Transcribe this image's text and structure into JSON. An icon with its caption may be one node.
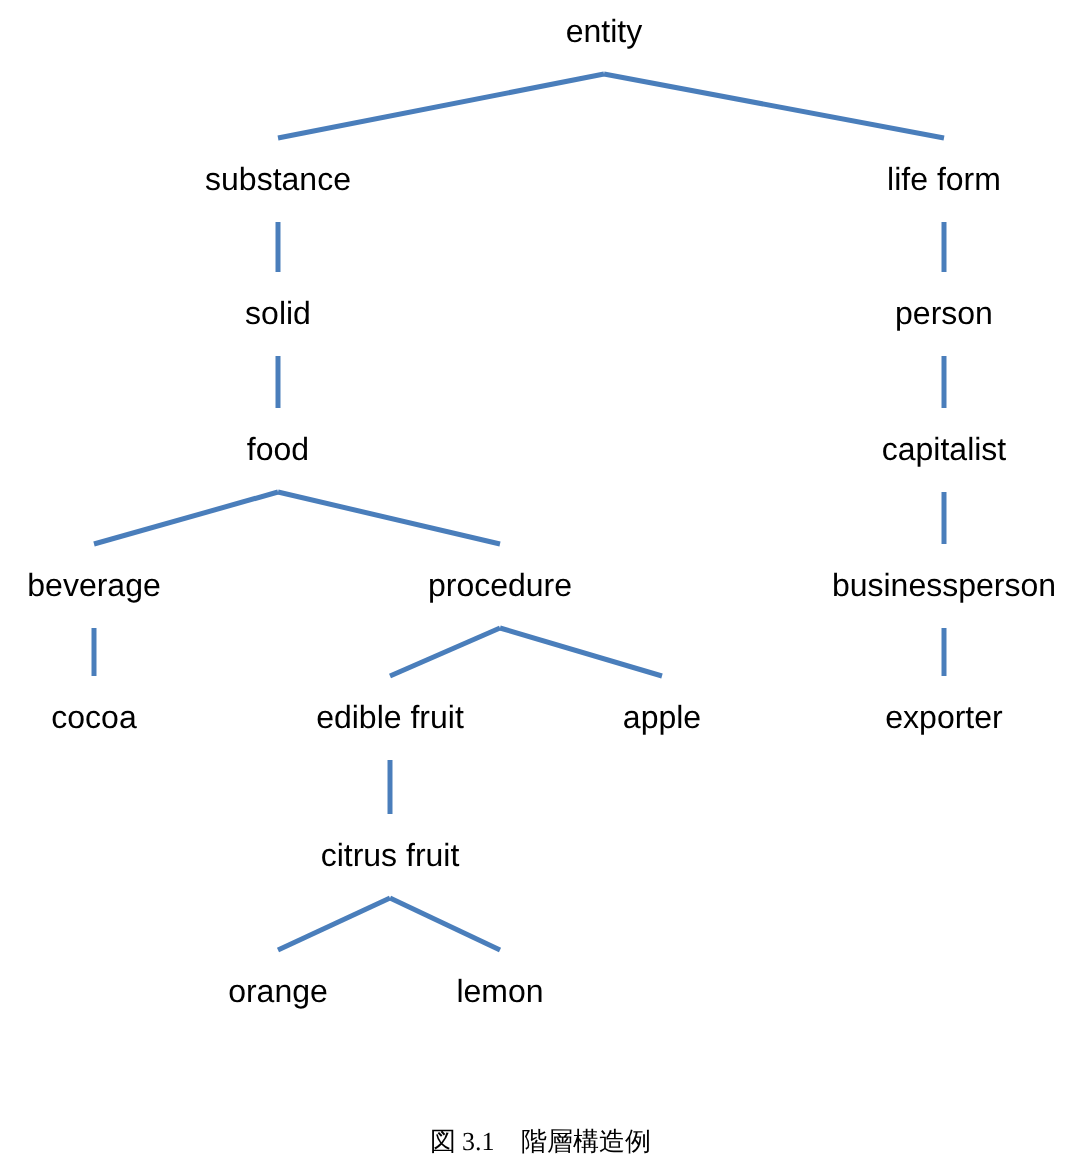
{
  "diagram": {
    "caption": "図 3.1　階層構造例",
    "nodes": [
      {
        "text": [
          "entity"
        ]
      },
      {
        "text": [
          "substance"
        ]
      },
      {
        "text": [
          "life form"
        ]
      },
      {
        "text": [
          "solid"
        ]
      },
      {
        "text": [
          "person"
        ]
      },
      {
        "text": [
          "food"
        ]
      },
      {
        "text": [
          "capitalist"
        ]
      },
      {
        "text": [
          "beverage"
        ]
      },
      {
        "text": [
          "procedure"
        ]
      },
      {
        "text": [
          "businessperson"
        ]
      },
      {
        "text": [
          "cocoa"
        ]
      },
      {
        "text": [
          "edible fruit"
        ]
      },
      {
        "text": [
          "apple"
        ]
      },
      {
        "text": [
          "exporter"
        ]
      },
      {
        "text": [
          "citrus fruit"
        ]
      },
      {
        "text": [
          "orange"
        ]
      },
      {
        "text": [
          "lemon"
        ]
      }
    ],
    "edges": [
      {
        "from": 0,
        "to": 1,
        "arrow": "none"
      },
      {
        "from": 0,
        "to": 2,
        "arrow": "none"
      },
      {
        "from": 1,
        "to": 3,
        "arrow": "none"
      },
      {
        "from": 2,
        "to": 4,
        "arrow": "none"
      },
      {
        "from": 3,
        "to": 5,
        "arrow": "none"
      },
      {
        "from": 4,
        "to": 6,
        "arrow": "none"
      },
      {
        "from": 5,
        "to": 7,
        "arrow": "none"
      },
      {
        "from": 5,
        "to": 8,
        "arrow": "none"
      },
      {
        "from": 6,
        "to": 9,
        "arrow": "none"
      },
      {
        "from": 7,
        "to": 10,
        "arrow": "none"
      },
      {
        "from": 8,
        "to": 11,
        "arrow": "none"
      },
      {
        "from": 8,
        "to": 12,
        "arrow": "none"
      },
      {
        "from": 9,
        "to": 13,
        "arrow": "none"
      },
      {
        "from": 11,
        "to": 14,
        "arrow": "none"
      },
      {
        "from": 14,
        "to": 15,
        "arrow": "none"
      },
      {
        "from": 14,
        "to": 16,
        "arrow": "none"
      }
    ]
  }
}
